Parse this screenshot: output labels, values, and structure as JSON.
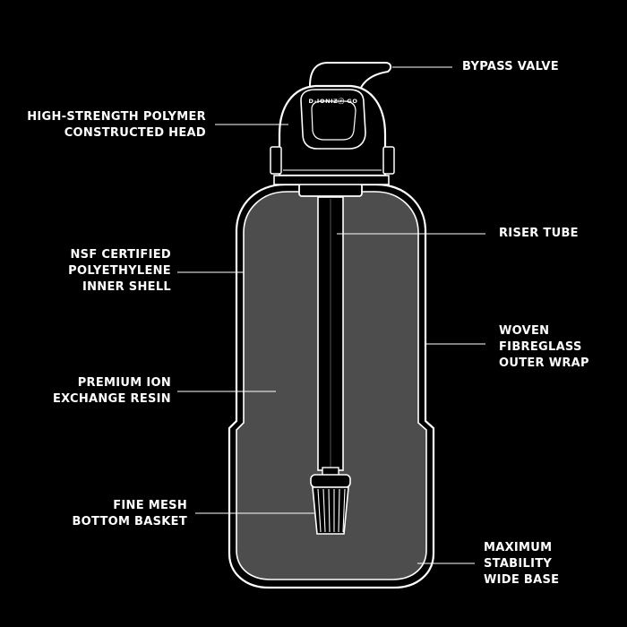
{
  "labels": {
    "bypass_valve": [
      "BYPASS VALVE"
    ],
    "head": [
      "HIGH-STRENGTH POLYMER",
      "CONSTRUCTED HEAD"
    ],
    "inner_shell": [
      "NSF CERTIFIED",
      "POLYETHYLENE",
      "INNER SHELL"
    ],
    "resin": [
      "PREMIUM ION",
      "EXCHANGE RESIN"
    ],
    "basket": [
      "FINE MESH",
      "BOTTOM BASKET"
    ],
    "riser": [
      "RISER TUBE"
    ],
    "outer_wrap": [
      "WOVEN",
      "FIBREGLASS",
      "OUTER WRAP"
    ],
    "base": [
      "MAXIMUM",
      "STABILITY",
      "WIDE BASE"
    ]
  },
  "brand": {
    "logo_text": "D-IONIZⓡ GO"
  },
  "colors": {
    "background": "#000000",
    "outline": "#ffffff",
    "tank_fill": "#4d4d4d",
    "tube": "#000000",
    "text": "#ffffff"
  }
}
